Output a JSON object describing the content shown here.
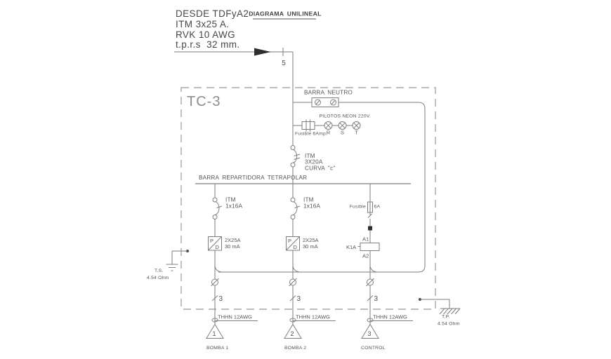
{
  "drawing": {
    "feeder": {
      "line1": "DESDE TDFyA2",
      "line2": "ITM 3x25 A.",
      "line3": "RVK 10 AWG",
      "line4": "t.p.r.s  32 mm.",
      "conductor_count": "5"
    },
    "title": "DIAGRAMA UNILINEAL",
    "panel_name": "TC-3",
    "neutral_bar_label": "BARRA NEUTRO",
    "pilots": {
      "label": "PILOTOS NEON 220V.",
      "fuse_label": "Fusible 6Amp.",
      "phase_r": "R",
      "phase_s": "S",
      "phase_t": "T"
    },
    "main_breaker": {
      "line1": "ITM",
      "line2": "3X20A",
      "line3": "CURVA \"c\""
    },
    "distribution_bar_label": "BARRA REPARTIDORA TETRAPOLAR",
    "branch1": {
      "breaker_type": "ITM",
      "breaker_rating": "1x16A",
      "diff_p": "P",
      "diff_d": "D",
      "diff_rating": "2X25A",
      "diff_sensitivity": "30 mA"
    },
    "branch2": {
      "breaker_type": "ITM",
      "breaker_rating": "1x16A",
      "diff_p": "P",
      "diff_d": "D",
      "diff_rating": "2X25A",
      "diff_sensitivity": "30 mA"
    },
    "branch3": {
      "fuse_label": "Fusible",
      "fuse_rating": "6A",
      "coil_a1": "A1",
      "coil_name": "K1A",
      "coil_a2": "A2"
    },
    "ground_service": {
      "name": "T.S.",
      "resistance": "4.54 Ohm"
    },
    "ground_protection": {
      "name": "T.P.",
      "resistance": "4.54 Ohm"
    },
    "outputs": [
      {
        "conductor_count": "3",
        "cable": "THHN 12AWG",
        "tag": "1",
        "label": "BOMBA 1"
      },
      {
        "conductor_count": "3",
        "cable": "THHN 12AWG",
        "tag": "2",
        "label": "BOMBA 2"
      },
      {
        "conductor_count": "3",
        "cable": "THHN 12AWG",
        "tag": "3",
        "label": "CONTROL"
      }
    ]
  },
  "colors": {
    "wire": "#7e7e7e",
    "text": "#4f4f4f",
    "dark": "#2e2e2e",
    "dashed_border": "#a8a8a8",
    "background": "#ffffff"
  }
}
